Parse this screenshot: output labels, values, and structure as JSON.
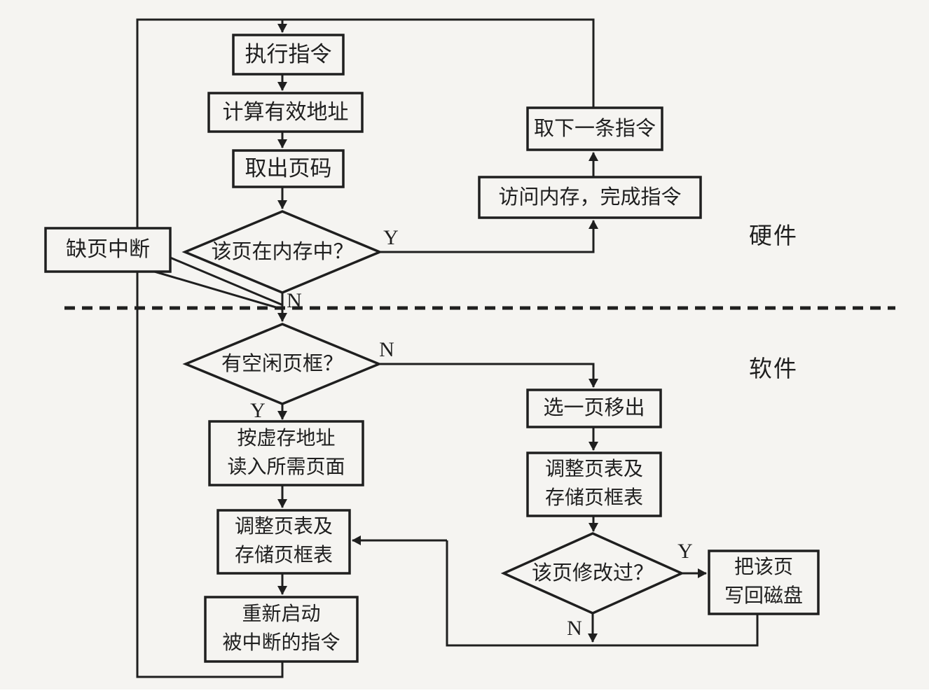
{
  "figure": {
    "type": "flowchart",
    "topic": "page-fault handling flow (hardware / software split)"
  },
  "colors": {
    "ink": "#1f1f1f",
    "background": "#f5f4f1",
    "paper_strip": "#ffffff"
  },
  "zones": {
    "hardware": "硬件",
    "software": "软件"
  },
  "nodes": {
    "execute": "执行指令",
    "calc_addr": "计算有效地址",
    "get_page": "取出页码",
    "d1_page_in_memory": "该页在内存中？",
    "fetch_next": "取下一条指令",
    "access_mem": "访问内存，完成指令",
    "page_fault": "缺页中断",
    "d2_free_frame": "有空闲页框？",
    "read_page_l1": "按虚存地址",
    "read_page_l2": "读入所需页面",
    "adjust_left_l1": "调整页表及",
    "adjust_left_l2": "存储页框表",
    "restart_l1": "重新启动",
    "restart_l2": "被中断的指令",
    "evict": "选一页移出",
    "adjust_right_l1": "调整页表及",
    "adjust_right_l2": "存储页框表",
    "d3_page_modified": "该页修改过？",
    "writeback_l1": "把该页",
    "writeback_l2": "写回磁盘"
  },
  "branches": {
    "d1_yes": "Y",
    "d1_no": "N",
    "d2_no": "N",
    "d2_yes": "Y",
    "d3_yes": "Y",
    "d3_no": "N"
  }
}
